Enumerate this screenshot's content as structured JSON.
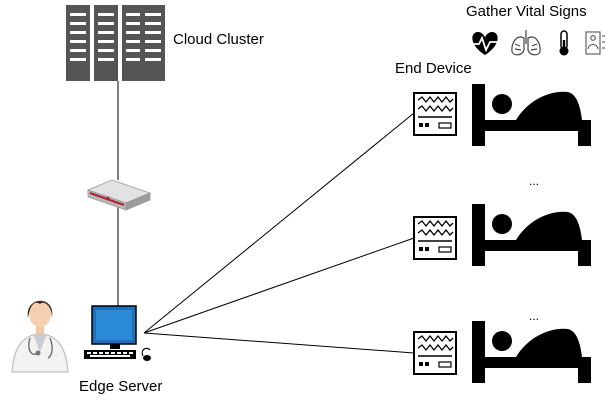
{
  "labels": {
    "cloud": "Cloud Cluster",
    "vitals": "Gather Vital Signs",
    "end_device": "End Device",
    "edge": "Edge Server"
  },
  "ellipses": [
    "...",
    "..."
  ],
  "icons": {
    "cloud": "server-rack-icon",
    "router": "router-icon",
    "doctor": "doctor-icon",
    "computer": "computer-icon",
    "monitor": "vital-monitor-icon",
    "bed": "patient-bed-icon",
    "vitals": [
      "heartbeat-icon",
      "lungs-icon",
      "thermometer-icon",
      "person-sensor-icon"
    ]
  },
  "colors": {
    "server": "#555555",
    "router_body": "#cfcfcf",
    "router_accent": "#b22234",
    "computer_screen": "#1f6fbf",
    "ink": "#000000"
  }
}
